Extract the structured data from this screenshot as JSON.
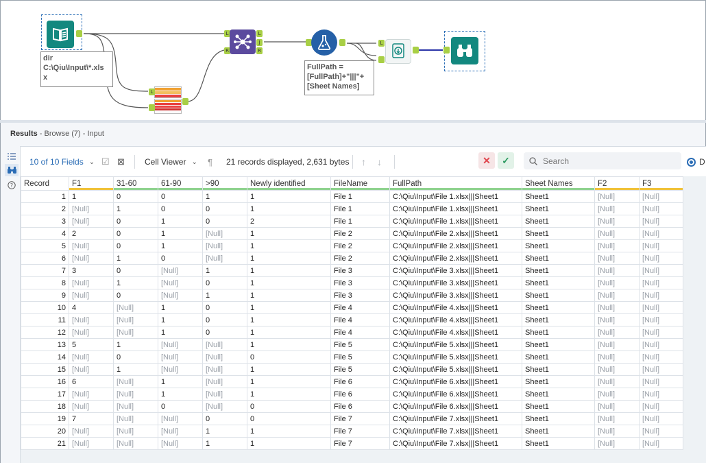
{
  "workflow": {
    "input_tool_icon": "book-icon",
    "input_annotation": "dir\nC:\\Qiu\\Input\\*.xls\nx",
    "join_tool_icon": "join-icon",
    "join_anchor_labels": [
      "L",
      "J",
      "R"
    ],
    "formula_tool_icon": "flask-icon",
    "formula_annotation": "FullPath =\n[FullPath]+\"|||\"+\n[Sheet Names]",
    "dynamic_input_icon": "dynamic-input-icon",
    "browse_tool_icon": "binoculars-icon",
    "macro_rows": [
      "",
      "",
      "",
      "",
      "",
      "",
      ""
    ]
  },
  "results": {
    "title": "Results",
    "subtitle": " - Browse (7) - Input"
  },
  "toolbar": {
    "fields_selector": "10 of 10 Fields",
    "cell_viewer": "Cell Viewer",
    "records_info": "21 records displayed, 2,631 bytes",
    "search_placeholder": "Search",
    "radio_label": "D"
  },
  "colors": {
    "accent": "#2a6cb5",
    "tool_teal": "#13887f",
    "tool_blue": "#2560a7",
    "tool_purple": "#5b4a9e",
    "anchor_green": "#a8cf45",
    "reject_red": "#e0454d",
    "accept_green": "#2f9c63"
  },
  "table": {
    "columns": [
      {
        "name": "Record",
        "bar": ""
      },
      {
        "name": "F1",
        "bar": "#f0c23a"
      },
      {
        "name": "31-60",
        "bar": "#8fd28f"
      },
      {
        "name": "61-90",
        "bar": "#8fd28f"
      },
      {
        "name": ">90",
        "bar": "#8fd28f"
      },
      {
        "name": "Newly identified",
        "bar": "#8fd28f"
      },
      {
        "name": "FileName",
        "bar": "#8fd28f"
      },
      {
        "name": "FullPath",
        "bar": "#8fd28f"
      },
      {
        "name": "Sheet Names",
        "bar": "#8fd28f"
      },
      {
        "name": "F2",
        "bar": "#f0c23a"
      },
      {
        "name": "F3",
        "bar": "#f0c23a"
      }
    ],
    "rows": [
      [
        "1",
        "1",
        "0",
        "0",
        "1",
        "1",
        "File 1",
        "C:\\Qiu\\Input\\File 1.xlsx|||Sheet1",
        "Sheet1",
        "[Null]",
        "[Null]"
      ],
      [
        "2",
        "[Null]",
        "1",
        "0",
        "0",
        "1",
        "File 1",
        "C:\\Qiu\\Input\\File 1.xlsx|||Sheet1",
        "Sheet1",
        "[Null]",
        "[Null]"
      ],
      [
        "3",
        "[Null]",
        "0",
        "1",
        "0",
        "2",
        "File 1",
        "C:\\Qiu\\Input\\File 1.xlsx|||Sheet1",
        "Sheet1",
        "[Null]",
        "[Null]"
      ],
      [
        "4",
        "2",
        "0",
        "1",
        "[Null]",
        "1",
        "File 2",
        "C:\\Qiu\\Input\\File 2.xlsx|||Sheet1",
        "Sheet1",
        "[Null]",
        "[Null]"
      ],
      [
        "5",
        "[Null]",
        "0",
        "1",
        "[Null]",
        "1",
        "File 2",
        "C:\\Qiu\\Input\\File 2.xlsx|||Sheet1",
        "Sheet1",
        "[Null]",
        "[Null]"
      ],
      [
        "6",
        "[Null]",
        "1",
        "0",
        "[Null]",
        "1",
        "File 2",
        "C:\\Qiu\\Input\\File 2.xlsx|||Sheet1",
        "Sheet1",
        "[Null]",
        "[Null]"
      ],
      [
        "7",
        "3",
        "0",
        "[Null]",
        "1",
        "1",
        "File 3",
        "C:\\Qiu\\Input\\File 3.xlsx|||Sheet1",
        "Sheet1",
        "[Null]",
        "[Null]"
      ],
      [
        "8",
        "[Null]",
        "1",
        "[Null]",
        "0",
        "1",
        "File 3",
        "C:\\Qiu\\Input\\File 3.xlsx|||Sheet1",
        "Sheet1",
        "[Null]",
        "[Null]"
      ],
      [
        "9",
        "[Null]",
        "0",
        "[Null]",
        "1",
        "1",
        "File 3",
        "C:\\Qiu\\Input\\File 3.xlsx|||Sheet1",
        "Sheet1",
        "[Null]",
        "[Null]"
      ],
      [
        "10",
        "4",
        "[Null]",
        "1",
        "0",
        "1",
        "File 4",
        "C:\\Qiu\\Input\\File 4.xlsx|||Sheet1",
        "Sheet1",
        "[Null]",
        "[Null]"
      ],
      [
        "11",
        "[Null]",
        "[Null]",
        "1",
        "0",
        "1",
        "File 4",
        "C:\\Qiu\\Input\\File 4.xlsx|||Sheet1",
        "Sheet1",
        "[Null]",
        "[Null]"
      ],
      [
        "12",
        "[Null]",
        "[Null]",
        "1",
        "0",
        "1",
        "File 4",
        "C:\\Qiu\\Input\\File 4.xlsx|||Sheet1",
        "Sheet1",
        "[Null]",
        "[Null]"
      ],
      [
        "13",
        "5",
        "1",
        "[Null]",
        "[Null]",
        "1",
        "File 5",
        "C:\\Qiu\\Input\\File 5.xlsx|||Sheet1",
        "Sheet1",
        "[Null]",
        "[Null]"
      ],
      [
        "14",
        "[Null]",
        "0",
        "[Null]",
        "[Null]",
        "0",
        "File 5",
        "C:\\Qiu\\Input\\File 5.xlsx|||Sheet1",
        "Sheet1",
        "[Null]",
        "[Null]"
      ],
      [
        "15",
        "[Null]",
        "1",
        "[Null]",
        "[Null]",
        "1",
        "File 5",
        "C:\\Qiu\\Input\\File 5.xlsx|||Sheet1",
        "Sheet1",
        "[Null]",
        "[Null]"
      ],
      [
        "16",
        "6",
        "[Null]",
        "1",
        "[Null]",
        "1",
        "File 6",
        "C:\\Qiu\\Input\\File 6.xlsx|||Sheet1",
        "Sheet1",
        "[Null]",
        "[Null]"
      ],
      [
        "17",
        "[Null]",
        "[Null]",
        "1",
        "[Null]",
        "1",
        "File 6",
        "C:\\Qiu\\Input\\File 6.xlsx|||Sheet1",
        "Sheet1",
        "[Null]",
        "[Null]"
      ],
      [
        "18",
        "[Null]",
        "[Null]",
        "0",
        "[Null]",
        "0",
        "File 6",
        "C:\\Qiu\\Input\\File 6.xlsx|||Sheet1",
        "Sheet1",
        "[Null]",
        "[Null]"
      ],
      [
        "19",
        "7",
        "[Null]",
        "[Null]",
        "0",
        "0",
        "File 7",
        "C:\\Qiu\\Input\\File 7.xlsx|||Sheet1",
        "Sheet1",
        "[Null]",
        "[Null]"
      ],
      [
        "20",
        "[Null]",
        "[Null]",
        "[Null]",
        "1",
        "1",
        "File 7",
        "C:\\Qiu\\Input\\File 7.xlsx|||Sheet1",
        "Sheet1",
        "[Null]",
        "[Null]"
      ],
      [
        "21",
        "[Null]",
        "[Null]",
        "[Null]",
        "1",
        "1",
        "File 7",
        "C:\\Qiu\\Input\\File 7.xlsx|||Sheet1",
        "Sheet1",
        "[Null]",
        "[Null]"
      ]
    ]
  }
}
